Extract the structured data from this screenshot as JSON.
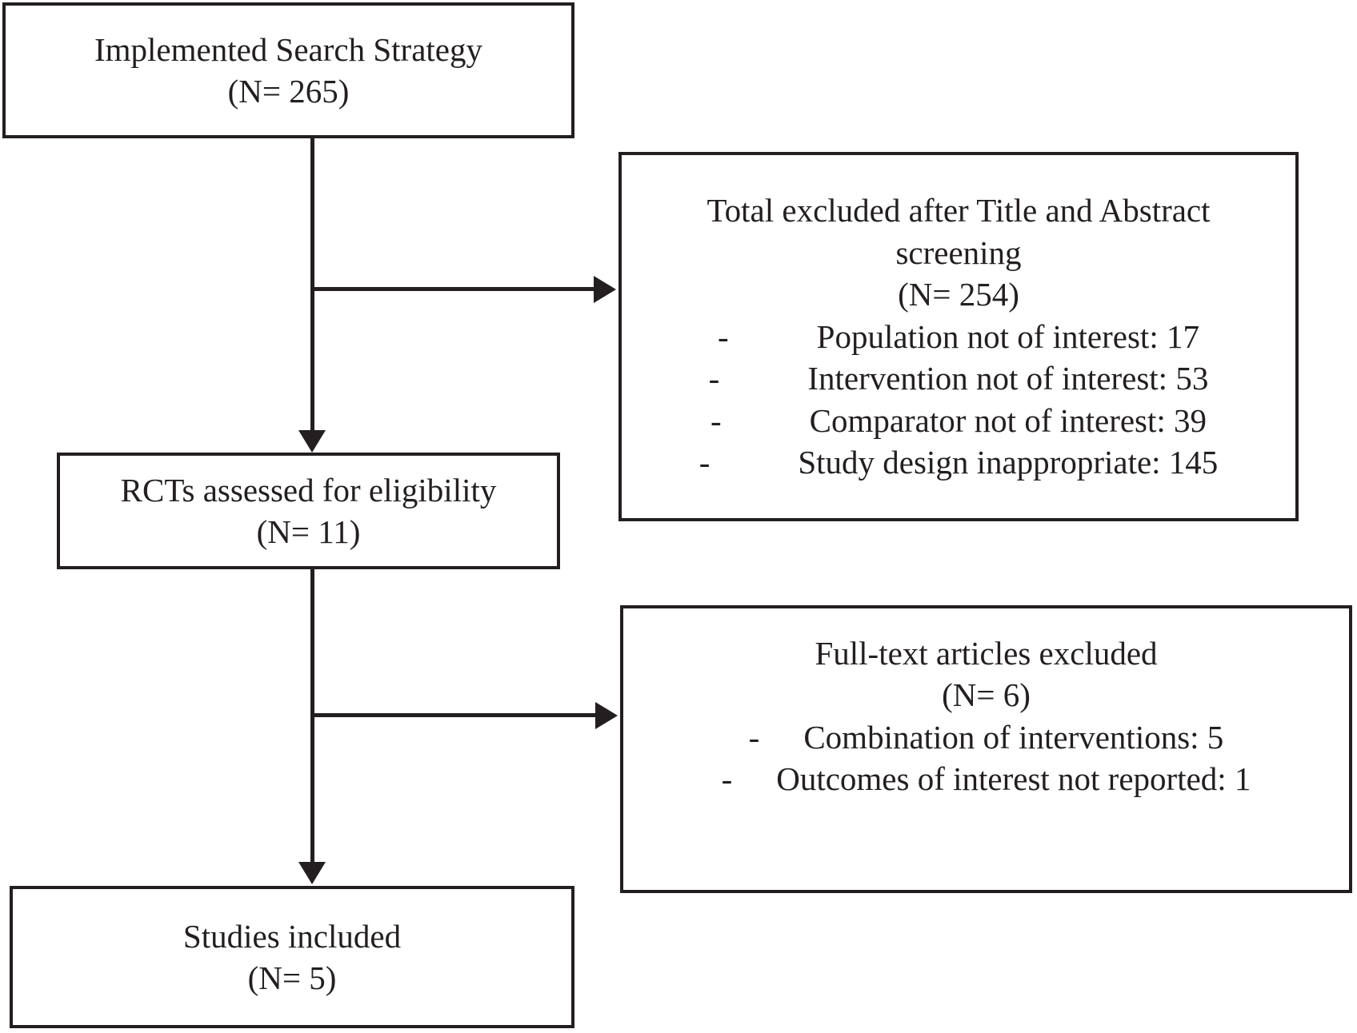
{
  "diagram": {
    "type": "prisma-flow",
    "colors": {
      "line": "#231f20",
      "background": "#ffffff"
    },
    "boxes": {
      "search_strategy": {
        "label": "Implemented Search Strategy",
        "count": "(N= 265)"
      },
      "title_abstract_excluded": {
        "title_line1": "Total excluded after Title and Abstract",
        "title_line2": "screening",
        "count": "(N= 254)",
        "items": [
          {
            "bullet": "-",
            "text": "Population not of interest: 17"
          },
          {
            "bullet": "-",
            "text": "Intervention not of interest: 53"
          },
          {
            "bullet": "-",
            "text": "Comparator not of interest: 39"
          },
          {
            "bullet": "-",
            "text": "Study design inappropriate: 145"
          }
        ]
      },
      "rcts_eligibility": {
        "label": "RCTs assessed for eligibility",
        "count": "(N= 11)"
      },
      "fulltext_excluded": {
        "title": "Full-text articles excluded",
        "count": "(N= 6)",
        "items": [
          {
            "bullet": "-",
            "text": "Combination of interventions: 5"
          },
          {
            "bullet": "-",
            "text": "Outcomes of interest not reported: 1"
          }
        ]
      },
      "studies_included": {
        "label": "Studies included",
        "count": "(N= 5)"
      }
    }
  }
}
